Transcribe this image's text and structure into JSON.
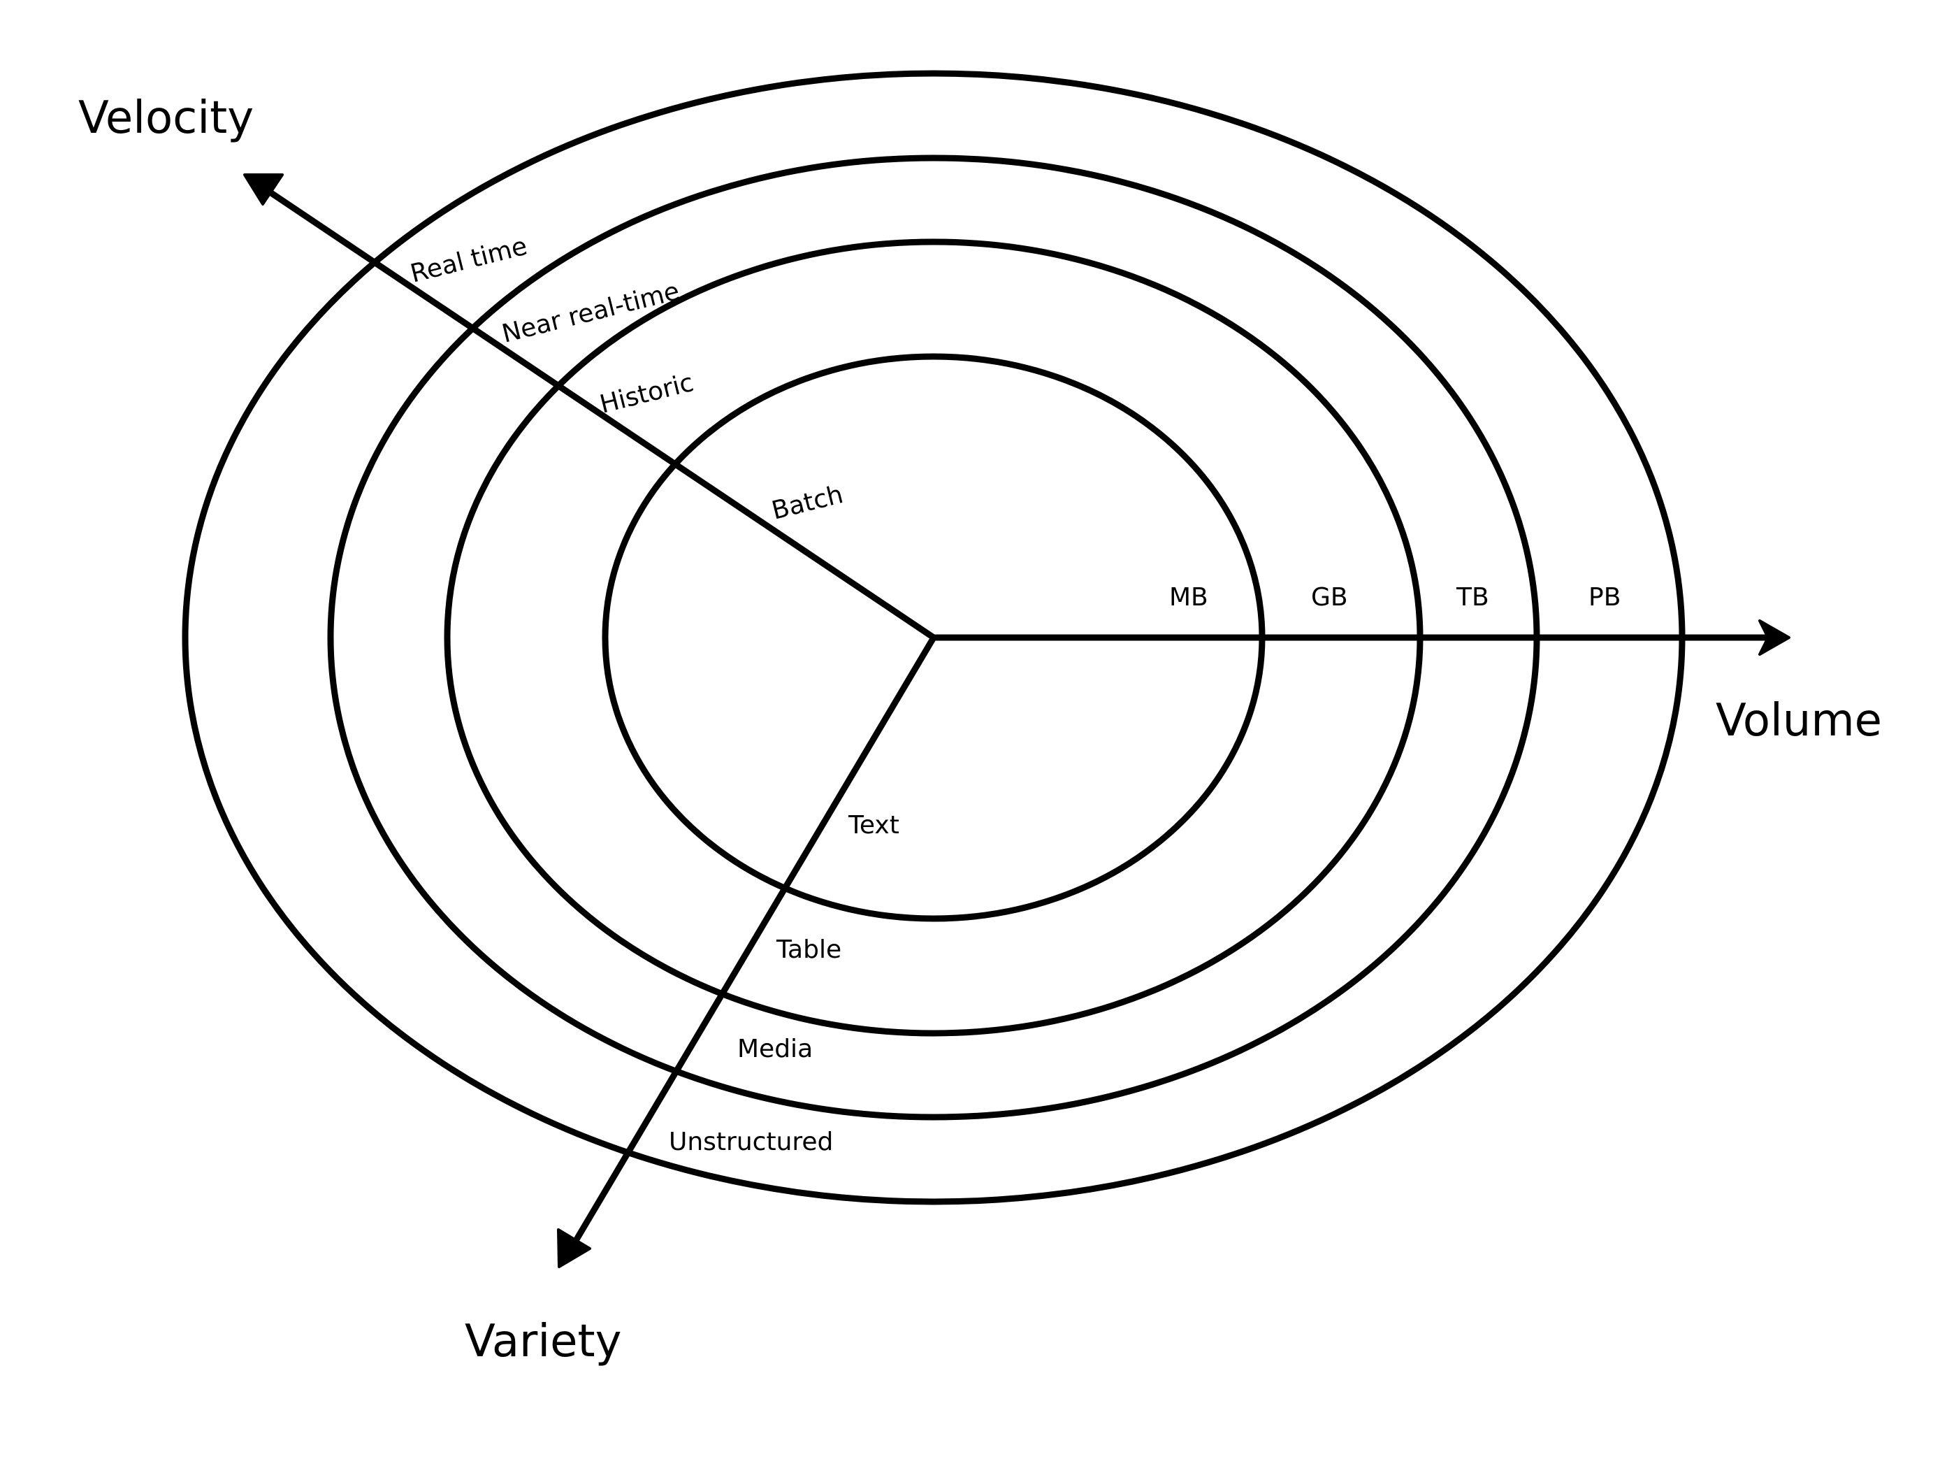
{
  "diagram": {
    "axes": {
      "velocity": {
        "title": "Velocity",
        "levels": [
          "Batch",
          "Historic",
          "Near real-time",
          "Real time"
        ]
      },
      "volume": {
        "title": "Volume",
        "levels": [
          "MB",
          "GB",
          "TB",
          "PB"
        ]
      },
      "variety": {
        "title": "Variety",
        "levels": [
          "Text",
          "Table",
          "Media",
          "Unstructured"
        ]
      }
    },
    "colors": {
      "stroke": "#000000",
      "background": "#ffffff"
    }
  }
}
